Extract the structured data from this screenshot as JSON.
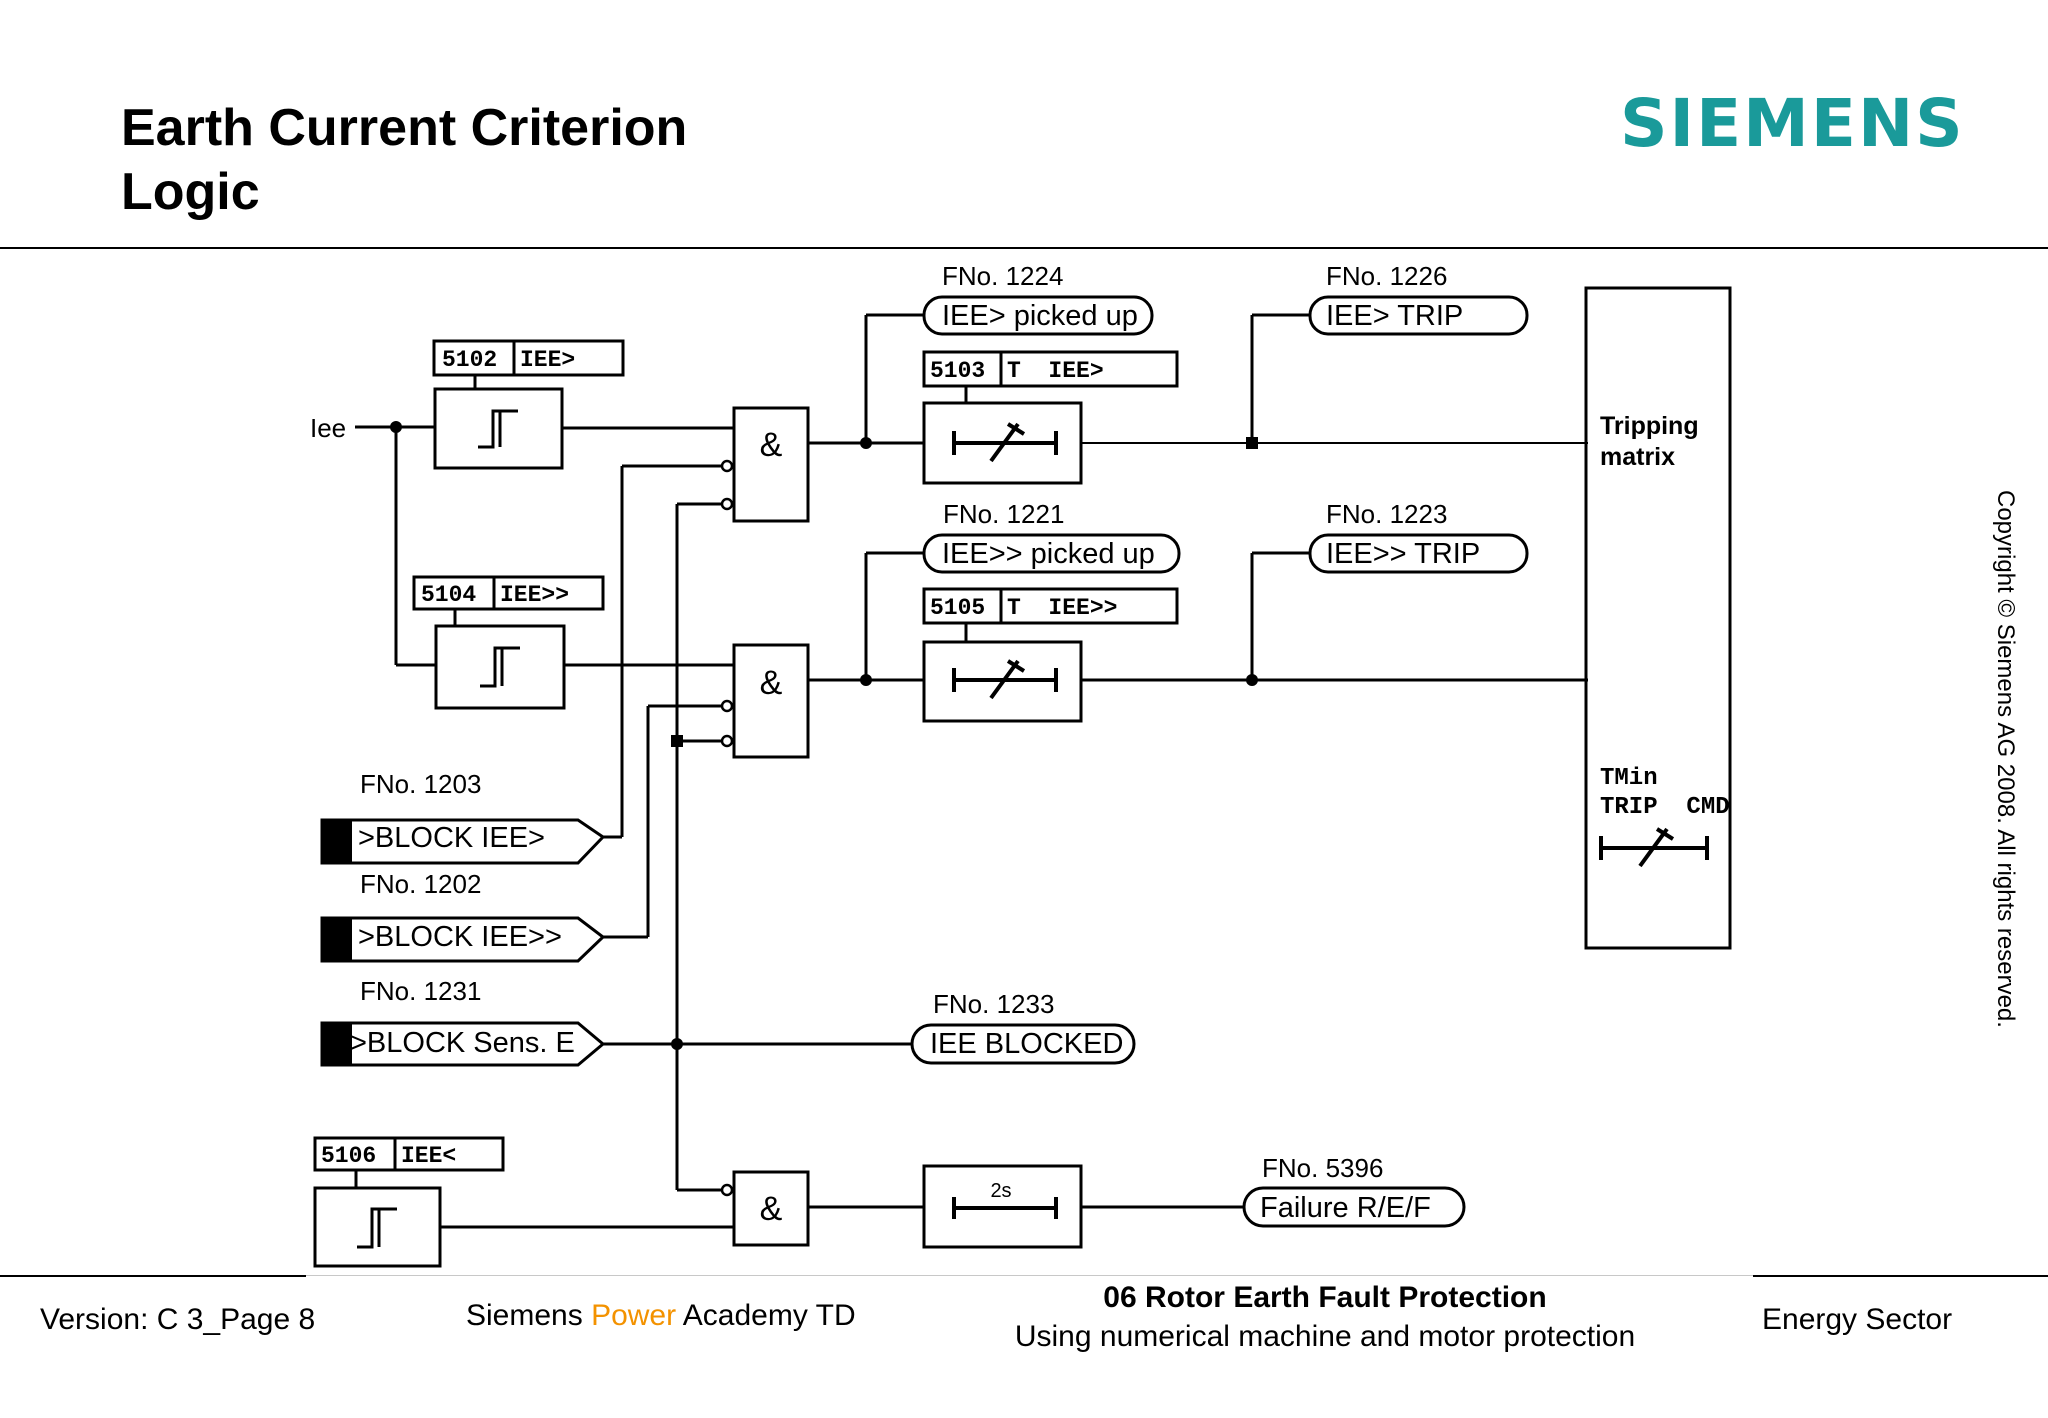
{
  "header": {
    "title_line1": "Earth Current Criterion",
    "title_line2": "Logic",
    "logo": "SIEMENS",
    "copyright": "Copyright © Siemens AG 2008. All rights reserved."
  },
  "diagram": {
    "input_label": "Iee",
    "settings": [
      {
        "addr": "5102",
        "name": "IEE>"
      },
      {
        "addr": "5104",
        "name": "IEE>>"
      },
      {
        "addr": "5106",
        "name": "IEE<"
      },
      {
        "addr": "5103",
        "name": "T  IEE>"
      },
      {
        "addr": "5105",
        "name": "T  IEE>>"
      }
    ],
    "inputs": [
      {
        "fno": "FNo. 1203",
        "label": ">BLOCK IEE>"
      },
      {
        "fno": "FNo. 1202",
        "label": ">BLOCK IEE>>"
      },
      {
        "fno": "FNo. 1231",
        "label": ">BLOCK Sens. E"
      }
    ],
    "outputs": [
      {
        "fno": "FNo. 1224",
        "label": "IEE> picked up"
      },
      {
        "fno": "FNo. 1226",
        "label": "IEE> TRIP"
      },
      {
        "fno": "FNo. 1221",
        "label": "IEE>> picked up"
      },
      {
        "fno": "FNo. 1223",
        "label": "IEE>> TRIP"
      },
      {
        "fno": "FNo. 1233",
        "label": "IEE BLOCKED"
      },
      {
        "fno": "FNo. 5396",
        "label": "Failure R/E/F"
      }
    ],
    "and_symbol": "&",
    "timer_2s": "2s",
    "matrix": {
      "line1": "Tripping",
      "line2": "matrix",
      "tmin1": "TMin",
      "tmin2": "TRIP  CMD"
    }
  },
  "footer": {
    "version": "Version: C 3_Page 8",
    "academy_pre": "Siemens ",
    "academy_accent": "Power",
    "academy_post": " Academy TD",
    "course_title": "06 Rotor Earth Fault Protection",
    "course_sub": "Using numerical machine and motor protection",
    "sector": "Energy Sector"
  }
}
